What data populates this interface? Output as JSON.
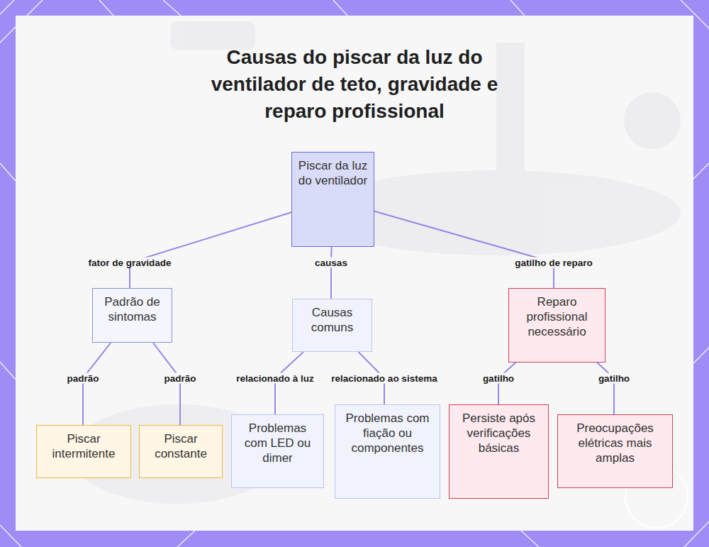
{
  "diagram": {
    "title": "Causas do piscar da luz do ventilador de teto, gravidade e reparo profissional",
    "nodes": [
      {
        "text": [
          "Piscar da luz do ventilador"
        ]
      },
      {
        "text": [
          "Padrão de sintomas"
        ]
      },
      {
        "text": [
          "Causas comuns"
        ]
      },
      {
        "text": [
          "Reparo profissional necessário"
        ]
      },
      {
        "text": [
          "Piscar intermitente"
        ]
      },
      {
        "text": [
          "Piscar constante"
        ]
      },
      {
        "text": [
          "Problemas com LED ou dimer"
        ]
      },
      {
        "text": [
          "Problemas com fiação ou componentes"
        ]
      },
      {
        "text": [
          "Persiste após verificações básicas"
        ]
      },
      {
        "text": [
          "Preocupações elétricas mais amplas"
        ]
      }
    ],
    "edges": [
      {
        "from": 0,
        "to": 1,
        "label": "fator de gravidade",
        "arrow": "none"
      },
      {
        "from": 0,
        "to": 2,
        "label": "causas",
        "arrow": "none"
      },
      {
        "from": 0,
        "to": 3,
        "label": "gatilho de reparo",
        "arrow": "none"
      },
      {
        "from": 1,
        "to": 4,
        "label": "padrão",
        "arrow": "none"
      },
      {
        "from": 1,
        "to": 5,
        "label": "padrão",
        "arrow": "none"
      },
      {
        "from": 2,
        "to": 6,
        "label": "relacionado à luz",
        "arrow": "none"
      },
      {
        "from": 2,
        "to": 7,
        "label": "relacionado ao sistema",
        "arrow": "none"
      },
      {
        "from": 3,
        "to": 8,
        "label": "gatilho",
        "arrow": "none"
      },
      {
        "from": 3,
        "to": 9,
        "label": "gatilho",
        "arrow": "none"
      }
    ]
  }
}
